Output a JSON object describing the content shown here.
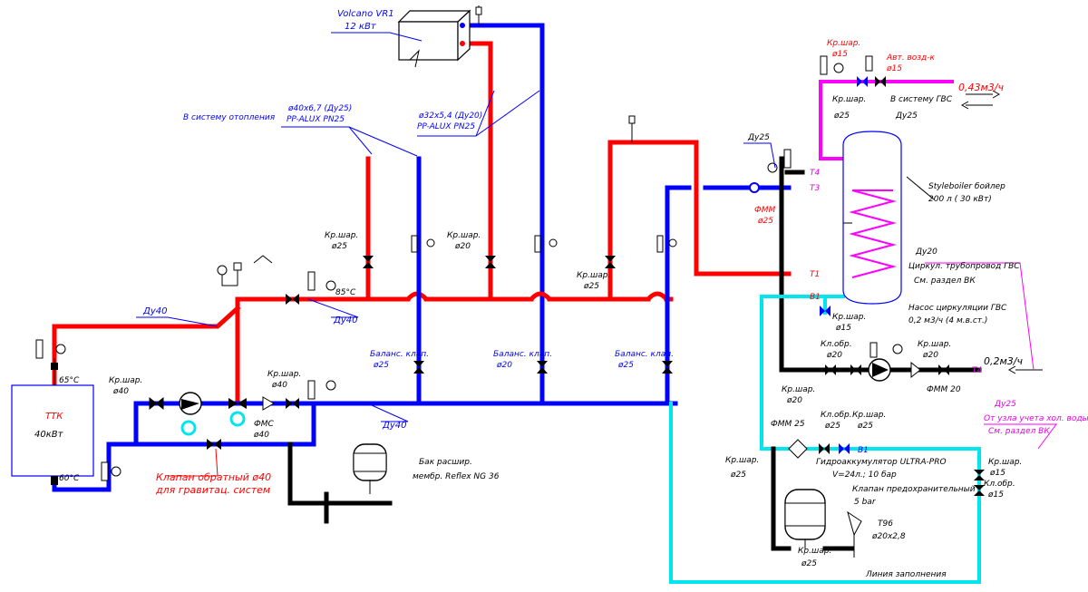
{
  "labels": {
    "volcano_title": "Volcano VR1",
    "volcano_power": "12 кВт",
    "heating_system": "В систему отопления",
    "pipe_d40_size": "ø40x6,7 (Ду25)",
    "pipe_d40_mat": "PP-ALUX PN25",
    "pipe_d32_size": "ø32x5,4 (Ду20)",
    "pipe_d32_mat": "PP-ALUX PN25",
    "du40_top": "Ду40",
    "du40_mid": "Ду40",
    "du40_bottom": "Ду40",
    "temp_85_main": "85°С",
    "temp_65": "65°С",
    "temp_60": "60°С",
    "ttk_name": "ТТК",
    "ttk_power": "40кВт",
    "kr_shar_25a": "Кр.шар.",
    "kr_shar_25a_d": "ø25",
    "kr_shar_20a": "Кр.шар.",
    "kr_shar_20a_d": "ø20",
    "kr_shar_25b": "Кр.шар.",
    "kr_shar_25b_d": "ø25",
    "balans_25a": "Баланс. клап.",
    "balans_25a_d": "ø25",
    "balans_20": "Баланс. клап.",
    "balans_20_d": "ø20",
    "balans_25b": "Баланс. клап.",
    "balans_25b_d": "ø25",
    "kr_shar_40a": "Кр.шар.",
    "kr_shar_40a_d": "ø40",
    "kr_shar_40b": "Кр.шар.",
    "kr_shar_40b_d": "ø40",
    "fms": "ФМС",
    "fms_d": "ø40",
    "check_valve_1": "Клапан обратный ø40",
    "check_valve_2": "для гравитац. систем",
    "tank_1": "Бак расшир.",
    "tank_2": "мембр. Reflex NG 36",
    "du25_boiler": "Ду25",
    "fmm25": "ФММ",
    "fmm25_d": "ø25",
    "t4": "Т4",
    "t3": "Т3",
    "t1": "Т1",
    "b1_right": "В1",
    "b1_bottom": "В1",
    "t4_bottom": "Т4",
    "boiler_1": "Styleboiler бойлер",
    "boiler_2": "200 л ( 30 кВт)",
    "kr_shar_top": "Кр.шар.",
    "kr_shar_top_d": "ø15",
    "air_vent": "Авт. возд-к",
    "air_vent_d": "ø15",
    "flow_043": "0,43м3/ч",
    "kr_shar_25c": "Кр.шар.",
    "kr_shar_25c_d": "ø25",
    "to_dhw": "В систему ГВС",
    "to_dhw_d": "Ду25",
    "kr_shar_15b": "Кр.шар.",
    "kr_shar_15b_d": "ø15",
    "du20": "Ду20",
    "circ_1": "Циркул. трубопровод ГВС",
    "circ_2": "См. раздел ВК",
    "pump_1": "Насос циркуляции ГВС",
    "pump_2": "0,2 м3/ч (4 м.в.ст.)",
    "kl_obr_20": "Кл.обр.",
    "kl_obr_20_d": "ø20",
    "kr_shar_20b": "Кр.шар.",
    "kr_shar_20b_d": "ø20",
    "kr_shar_20c": "Кр.шар.",
    "kr_shar_20c_d": "ø20",
    "flow_02": "0,2м3/ч",
    "fmm20": "ФММ 20",
    "fmm25b": "ФММ 25",
    "kl_obr_25": "Кл.обр.",
    "kl_obr_25_d": "ø25",
    "kr_shar_25d": "Кр.шар.",
    "kr_shar_25d_d": "ø25",
    "du25_meter": "Ду25",
    "meter_1": "От узла учета хол. воды",
    "meter_2": "См. раздел ВК",
    "kr_shar_25e": "Кр.шар.",
    "kr_shar_25e_d": "ø25",
    "hydroacc_1": "Гидроаккумулятор ULTRA-PRO",
    "hydroacc_2": "V=24л.; 10 бар",
    "safety_1": "Клапан предохранительный",
    "safety_2": "5 bar",
    "kr_shar_15c": "Кр.шар.",
    "kr_shar_15c_d": "ø15",
    "kl_obr_15": "Кл.обр.",
    "kl_obr_15_d": "ø15",
    "t96": "Т96",
    "t96_d": "ø20x2,8",
    "kr_shar_25f": "Кр.шар.",
    "kr_shar_25f_d": "ø25",
    "fill_line": "Линия заполнения"
  },
  "colors": {
    "supply": "#ff0000",
    "return": "#0000ff",
    "cold_water": "#00e5ee",
    "hot_water": "#ff00ff",
    "other": "#000000"
  }
}
